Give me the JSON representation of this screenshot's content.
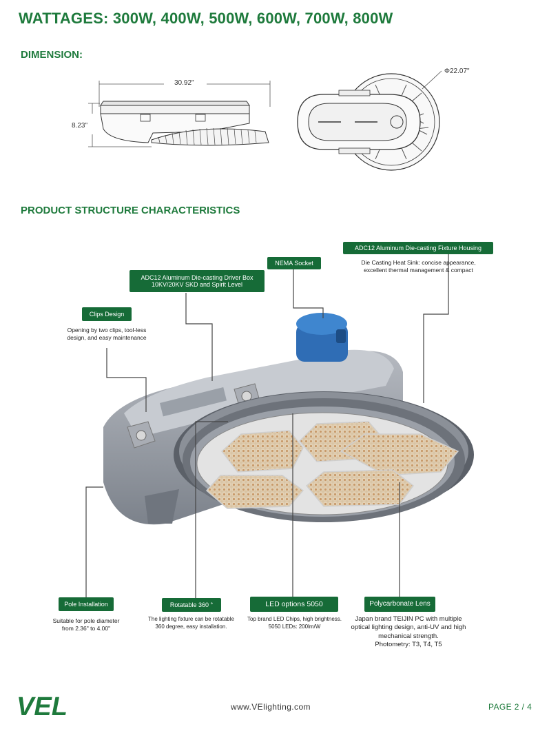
{
  "header": {
    "title": "WATTAGES: 300W,  400W,   500W,  600W,  700W,  800W"
  },
  "dimension": {
    "heading": "DIMENSION:",
    "length": "30.92\"",
    "height": "8.23\"",
    "diameter": "Φ22.07\""
  },
  "structure": {
    "heading": "PRODUCT STRUCTURE CHARACTERISTICS",
    "callouts": {
      "housing": {
        "label": "ADC12 Aluminum Die-casting Fixture Housing",
        "desc": "Die Casting Heat Sink: concise appearance,\nexcellent thermal management & compact"
      },
      "nema": {
        "label": "NEMA Socket"
      },
      "driver": {
        "label": "ADC12 Aluminum Die-casting Driver Box\n10KV/20KV SKD and Spirit Level"
      },
      "clips": {
        "label": "Clips Design",
        "desc": "Opening by two clips, tool-less\ndesign, and easy maintenance"
      },
      "pole": {
        "label": "Pole Installation",
        "desc": "Suitable for pole diameter\nfrom 2.36\" to 4.00\""
      },
      "rotatable": {
        "label": "Rotatable 360 °",
        "desc": "The lighting fixture can be rotatable\n360 degree, easy installation."
      },
      "led": {
        "label": "LED options 5050",
        "desc": "Top brand LED Chips, high brightness.\n5050 LEDs: 200lm/W"
      },
      "lens": {
        "label": "Polycarbonate Lens",
        "desc": "Japan brand TEIJIN PC with multiple\noptical lighting design, anti-UV and high\nmechanical strength.\nPhotometry: T3,  T4,  T5"
      }
    }
  },
  "footer": {
    "logo_text": "VEL",
    "url": "www.VElighting.com",
    "page": "PAGE 2 / 4"
  },
  "colors": {
    "brand_green": "#1e7a3c",
    "tag_green": "#166b37"
  }
}
